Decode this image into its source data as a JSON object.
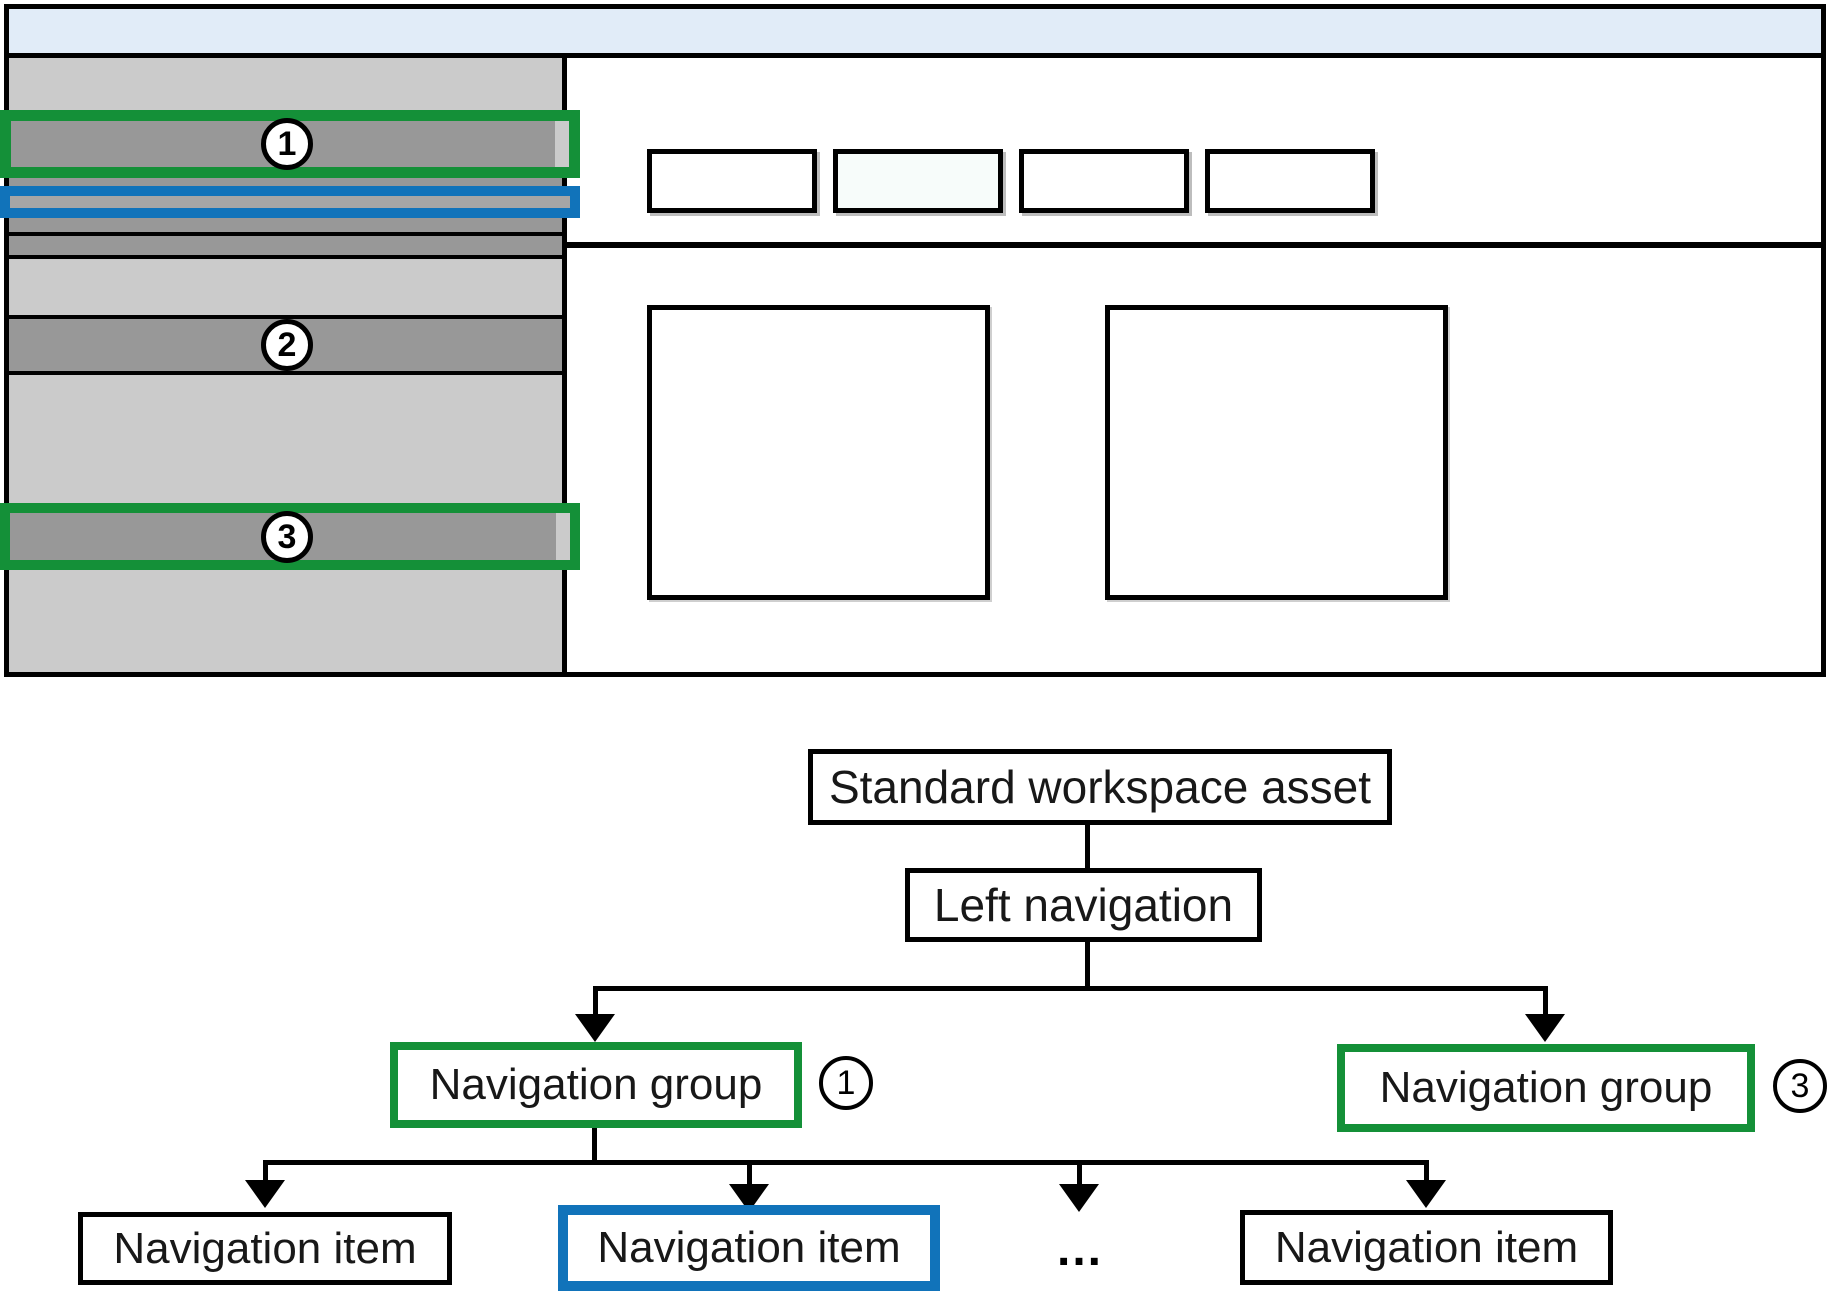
{
  "colors": {
    "green": "#149038",
    "blue": "#1173ba",
    "header-blue": "#e1ecf8",
    "mint": "#f7fcfa",
    "sidebar-gray": "#cbcbcb",
    "bar-gray": "#989898",
    "bar-gray-light": "#a6a6a6",
    "text": "#181818"
  },
  "wireframe": {
    "markers": {
      "group1": "1",
      "item2": "2",
      "group3": "3"
    }
  },
  "tree": {
    "root_label": "Standard workspace asset",
    "nav_label": "Left navigation",
    "group_left": {
      "label": "Navigation group",
      "marker": "1"
    },
    "group_right": {
      "label": "Navigation group",
      "marker": "3"
    },
    "items": [
      {
        "label": "Navigation item",
        "highlighted": false
      },
      {
        "label": "Navigation item",
        "highlighted": true
      },
      {
        "label": "...",
        "highlighted": false
      },
      {
        "label": "Navigation item",
        "highlighted": false
      }
    ]
  }
}
